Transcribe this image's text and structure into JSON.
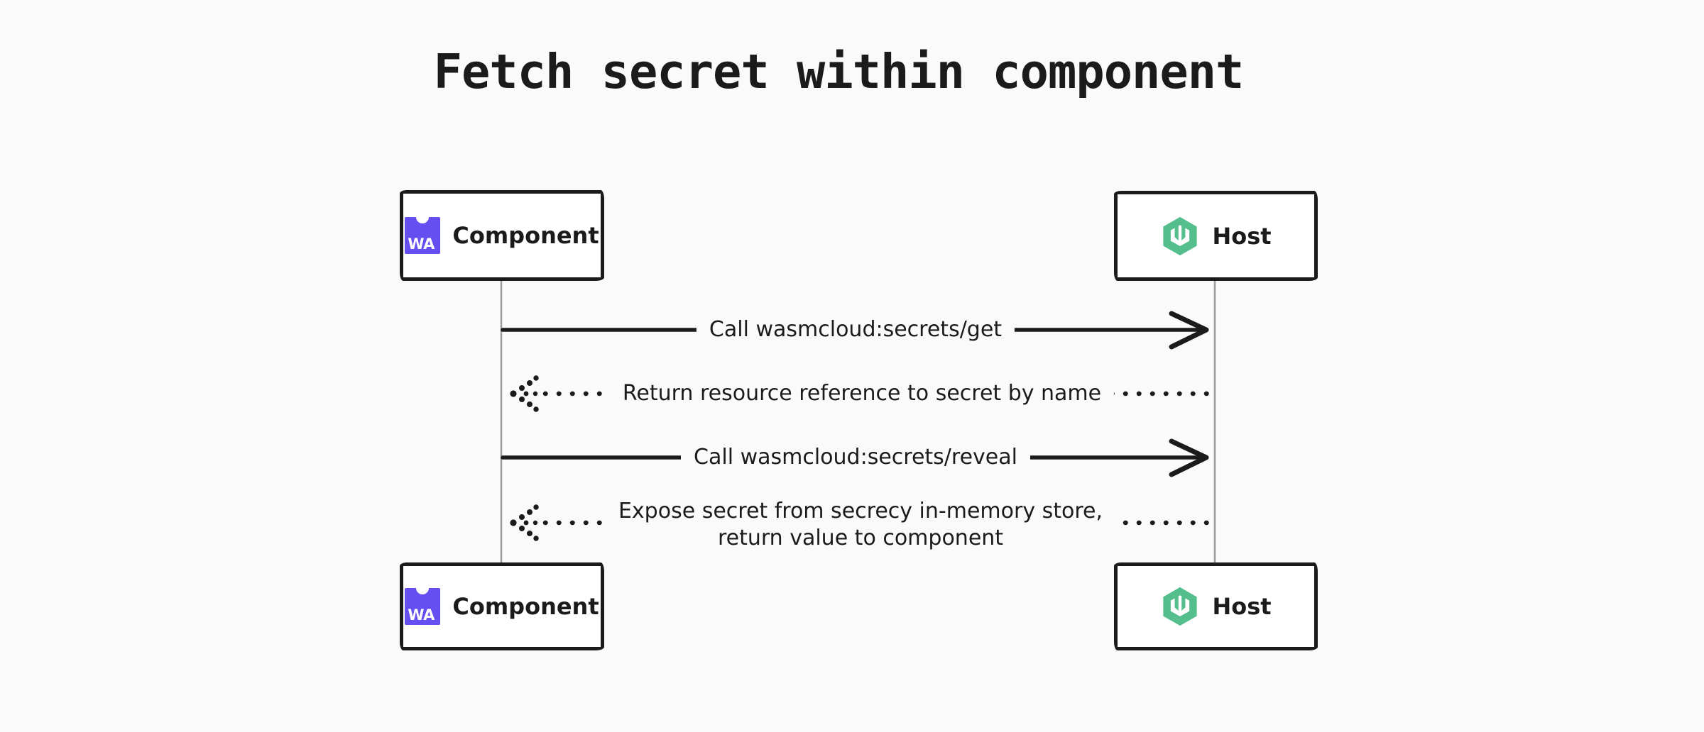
{
  "title": "Fetch secret within component",
  "colors": {
    "background": "#fafafa",
    "box_fill": "#ffffff",
    "box_border": "#1b1b1b",
    "text": "#1b1b1b",
    "line": "#1b1b1b",
    "lifeline": "#9a9a9a",
    "wasm_purple": "#654ff0",
    "wasmcloud_green": "#54be8c",
    "icon_text": "#ffffff"
  },
  "actors": {
    "component": {
      "label": "Component",
      "icon": "webassembly-icon",
      "icon_label": "WA"
    },
    "host": {
      "label": "Host",
      "icon": "wasmcloud-icon"
    }
  },
  "messages": [
    {
      "label": "Call wasmcloud:secrets/get",
      "from": "Component",
      "to": "Host",
      "style": "solid",
      "direction": "right"
    },
    {
      "label": "Return resource reference to secret by name",
      "from": "Host",
      "to": "Component",
      "style": "dotted",
      "direction": "left"
    },
    {
      "label": "Call wasmcloud:secrets/reveal",
      "from": "Component",
      "to": "Host",
      "style": "solid",
      "direction": "right"
    },
    {
      "label_line1": "Expose secret from secrecy in-memory store,",
      "label_line2": "return value to component",
      "from": "Host",
      "to": "Component",
      "style": "dotted",
      "direction": "left"
    }
  ]
}
